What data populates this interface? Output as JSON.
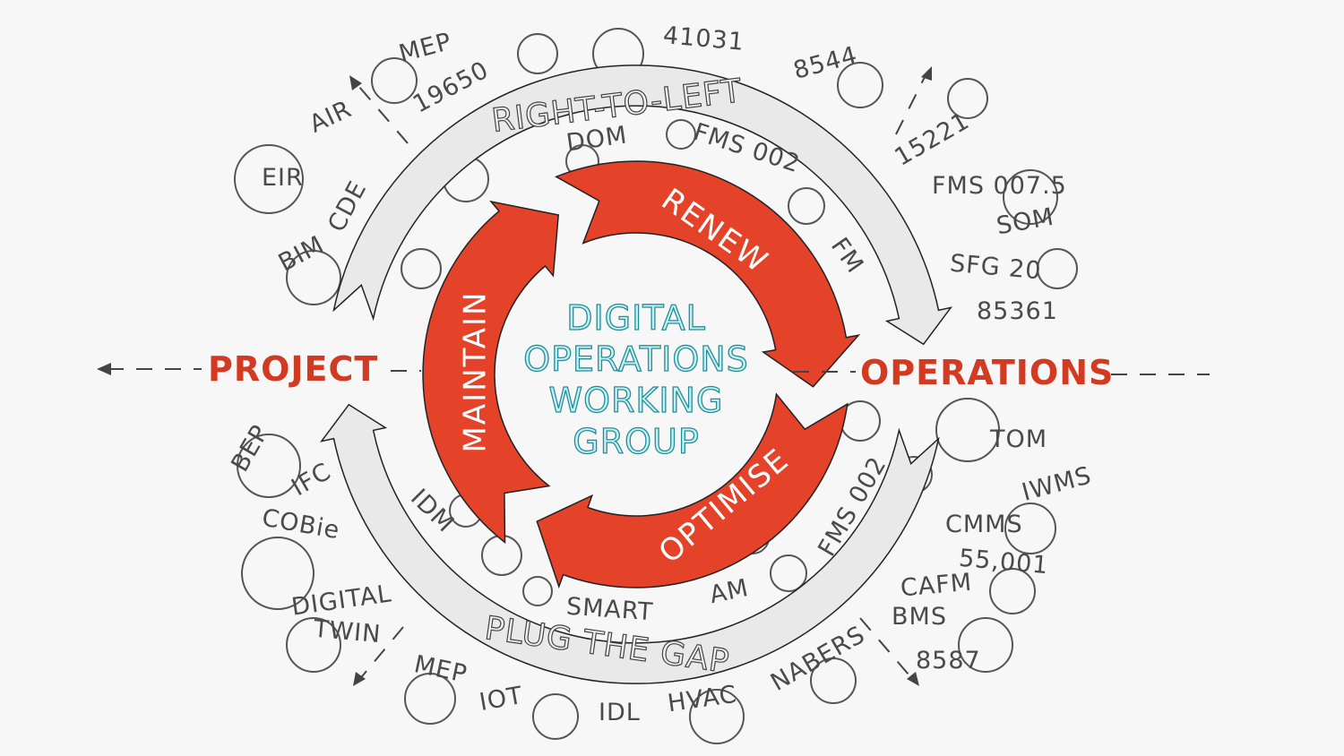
{
  "center_title": [
    "DIGITAL",
    "OPERATIONS",
    "WORKING",
    "GROUP"
  ],
  "cycle": {
    "renew": "RENEW",
    "optimise": "OPTIMISE",
    "maintain": "MAINTAIN"
  },
  "bands": {
    "top": "RIGHT-TO-LEFT",
    "bottom": "PLUG THE GAP"
  },
  "axis": {
    "left": "PROJECT",
    "right": "OPERATIONS"
  },
  "terms": {
    "top_left": [
      "MEP",
      "19650",
      "AIR",
      "EIR",
      "CDE",
      "BIM"
    ],
    "top_inner": [
      "DOM",
      "FMS 002",
      "FM"
    ],
    "top_right": [
      "41031",
      "8544",
      "15221",
      "FMS 007.5",
      "SOM",
      "SFG 20",
      "85361"
    ],
    "bottom_left": [
      "BEP",
      "IFC",
      "COBie",
      "DIGITAL",
      "TWIN",
      "IDM"
    ],
    "bottom_inner": [
      "SMART",
      "AM",
      "FMS 002"
    ],
    "bottom_mid": [
      "MEP",
      "IOT",
      "IDL",
      "HVAC",
      "NABERS"
    ],
    "bottom_right": [
      "TOM",
      "IWMS",
      "CMMS",
      "55,001",
      "CAFM",
      "BMS",
      "8587"
    ]
  },
  "colors": {
    "cycle_red": "#e4432a",
    "band_gray": "#e9e9e9",
    "center_text": "#bff3f7",
    "axis_red": "#d33a22",
    "ink": "#4a4a4a"
  }
}
